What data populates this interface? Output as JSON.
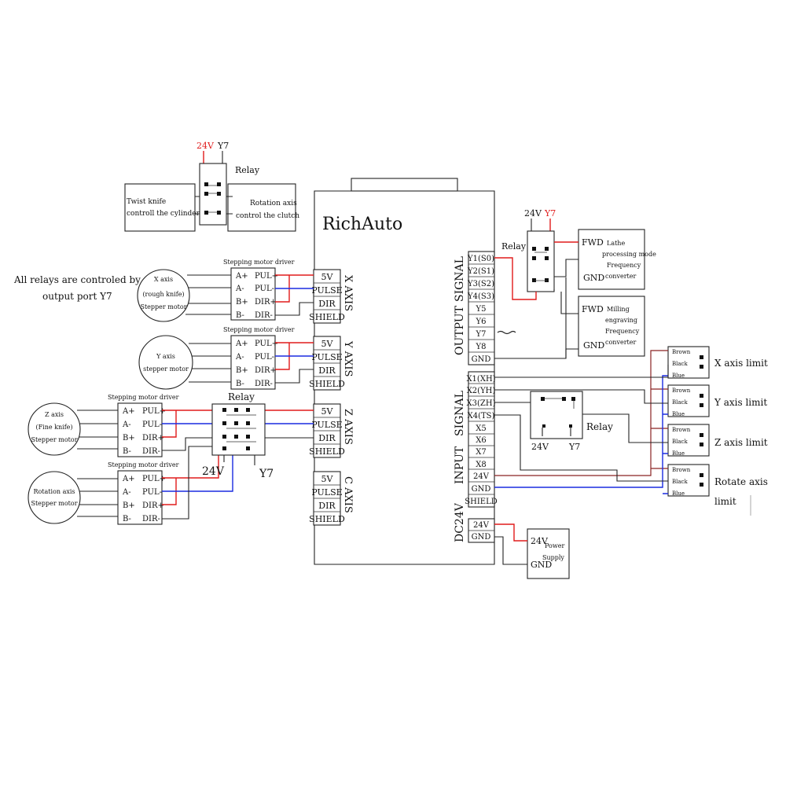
{
  "title": "RichAuto",
  "note": [
    "All relays are controled by",
    "output port Y7"
  ],
  "relay_label": "Relay",
  "v24": "24V",
  "y7": "Y7",
  "gnd": "GND",
  "top_relay": {
    "left_box": [
      "Twist knife",
      "controll the cylinder"
    ],
    "right_box": [
      "Rotation axis",
      "control the clutch"
    ]
  },
  "driver_title": "Stepping motor driver",
  "driver_left_pins": [
    "A+",
    "A-",
    "B+",
    "B-"
  ],
  "driver_right_pins": [
    "PUL+",
    "PUL-",
    "DIR+",
    "DIR-"
  ],
  "motors": {
    "x": [
      "X axis",
      "(rough knife)",
      "Stepper motor"
    ],
    "y": [
      "Y axis",
      "stepper motor"
    ],
    "z": [
      "Z axis",
      "(Fine knife)",
      "Stepper motor"
    ],
    "rot": [
      "Rotation axis",
      "Stepper motor"
    ]
  },
  "axis_pins": [
    "5V",
    "PULSE",
    "DIR",
    "SHIELD"
  ],
  "axis_names": [
    "X AXIS",
    "Y AXIS",
    "Z AXIS",
    "C AXIS"
  ],
  "output_pins": [
    "Y1(S0)",
    "Y2(S1)",
    "Y3(S2)",
    "Y4(S3)",
    "Y5",
    "Y6",
    "Y7",
    "Y8",
    "GND"
  ],
  "output_label": [
    "OUTPUT",
    "SIGNAL"
  ],
  "input_pins": [
    "X1(XH)",
    "X2(YH)",
    "X3(ZH)",
    "X4(TS)",
    "X5",
    "X6",
    "X7",
    "X8",
    "24V",
    "GND",
    "SHIELD"
  ],
  "input_label": [
    "INPUT",
    "SIGNAL"
  ],
  "dc_pins": [
    "24V",
    "GND"
  ],
  "dc_label": "DC24V",
  "fwd": "FWD",
  "lathe_conv": [
    "Lathe",
    "processing mode",
    "Frequency",
    "converter"
  ],
  "mill_conv": [
    "Milling",
    "engraving",
    "Frequency",
    "converter"
  ],
  "limit_wires": [
    "Brown",
    "Black",
    "Blue"
  ],
  "limits": [
    "X axis limit",
    "Y axis limit",
    "Z axis limit",
    "Rotate axis",
    "limit"
  ],
  "psu": [
    "Power",
    "Supply"
  ],
  "colors": {
    "red": "#e01b1b",
    "blue": "#1a2be0",
    "brown": "#8a2323",
    "line": "#222222"
  }
}
